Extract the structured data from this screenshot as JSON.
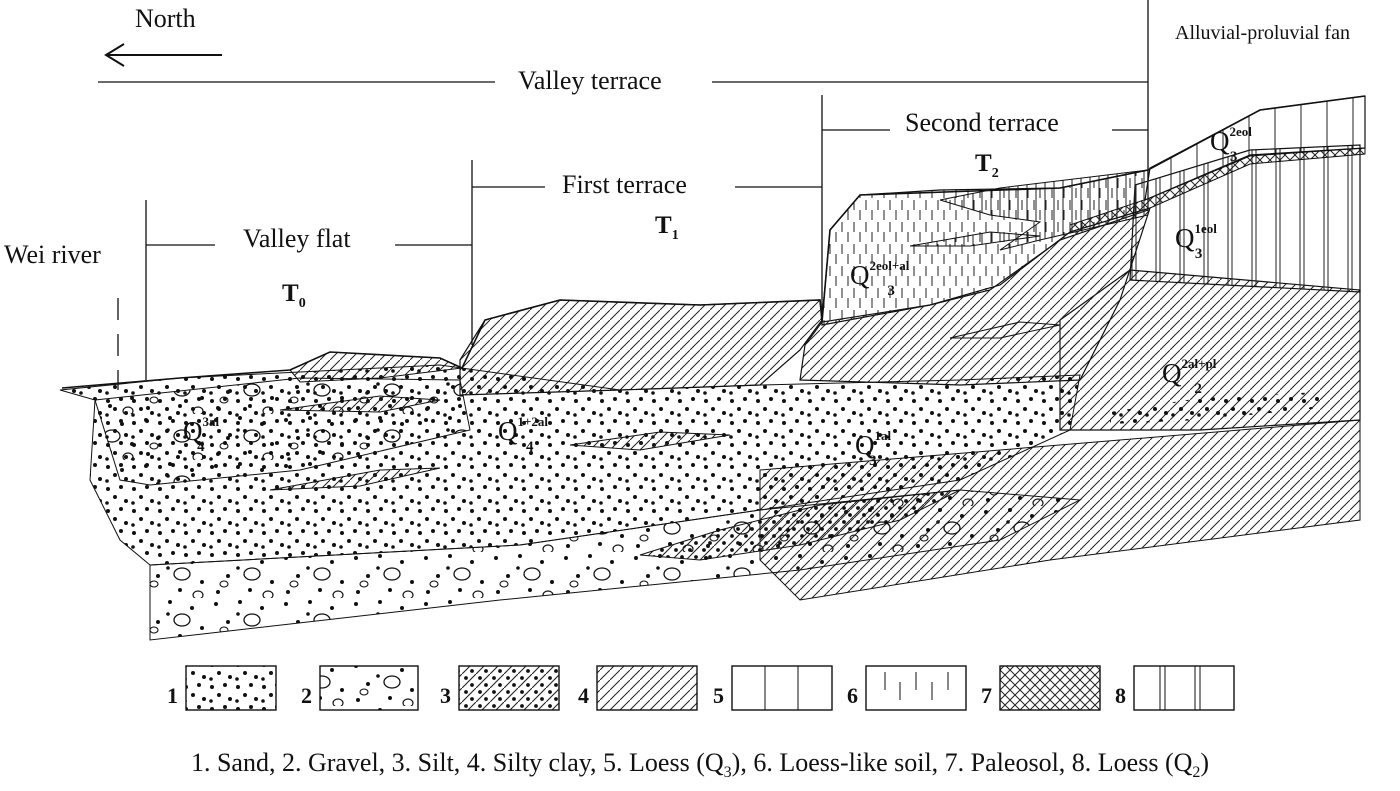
{
  "header": {
    "north_label": "North",
    "fan_label": "Alluvial-proluvial fan"
  },
  "terraces": {
    "valley_terrace": "Valley terrace",
    "second_terrace": "Second terrace",
    "second_symbol": "T",
    "second_index": "2",
    "first_terrace": "First terrace",
    "first_symbol": "T",
    "first_index": "1",
    "valley_flat": "Valley flat",
    "flat_symbol": "T",
    "flat_index": "0"
  },
  "river": {
    "label": "Wei river"
  },
  "units": [
    {
      "base": "Q",
      "sub": "4",
      "sup": "3al"
    },
    {
      "base": "Q",
      "sub": "4",
      "sup": "1+2al"
    },
    {
      "base": "Q",
      "sub": "3",
      "sup": "1al"
    },
    {
      "base": "Q",
      "sub": "3",
      "sup": "2eol+al"
    },
    {
      "base": "Q",
      "sub": "3",
      "sup": "2eol"
    },
    {
      "base": "Q",
      "sub": "3",
      "sup": "1eol"
    },
    {
      "base": "Q",
      "sub": "2",
      "sup": "2al+pl"
    }
  ],
  "legend": [
    {
      "num": "1",
      "pattern": "sand"
    },
    {
      "num": "2",
      "pattern": "gravel"
    },
    {
      "num": "3",
      "pattern": "silt"
    },
    {
      "num": "4",
      "pattern": "silty-clay"
    },
    {
      "num": "5",
      "pattern": "loess-q3"
    },
    {
      "num": "6",
      "pattern": "loess-like-soil"
    },
    {
      "num": "7",
      "pattern": "paleosol"
    },
    {
      "num": "8",
      "pattern": "loess-q2"
    }
  ],
  "caption": {
    "part1": "1. Sand, 2. Gravel, 3. Silt, 4. Silty clay, 5. Loess (Q",
    "sub1": "3",
    "part2": "), 6. Loess-like soil, 7. Paleosol, 8. Loess (Q",
    "sub2": "2",
    "part3": ")"
  }
}
